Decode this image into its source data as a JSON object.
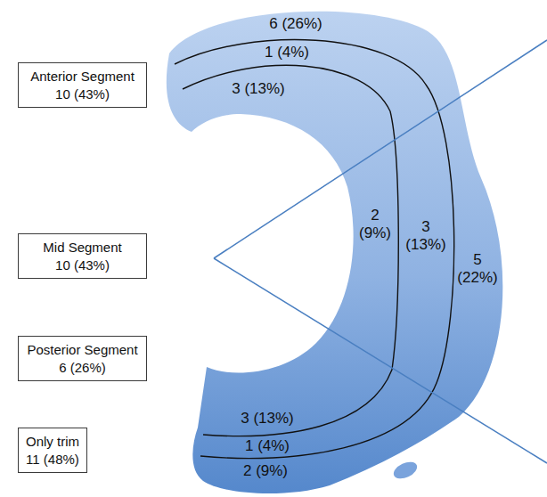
{
  "diagram": {
    "nodes": [
      {
        "text": [
          "Anterior Segment",
          "10 (43%)"
        ]
      },
      {
        "text": [
          "Mid Segment",
          "10 (43%)"
        ]
      },
      {
        "text": [
          "Posterior Segment",
          "6 (26%)"
        ]
      },
      {
        "text": [
          "Only trim",
          "11 (48%)"
        ]
      }
    ],
    "labels": [
      "6 (26%)",
      "1 (4%)",
      "3 (13%)",
      "2 (9%)",
      "3 (13%)",
      "5 (22%)",
      "3 (13%)",
      "1 (4%)",
      "2 (9%)"
    ]
  }
}
